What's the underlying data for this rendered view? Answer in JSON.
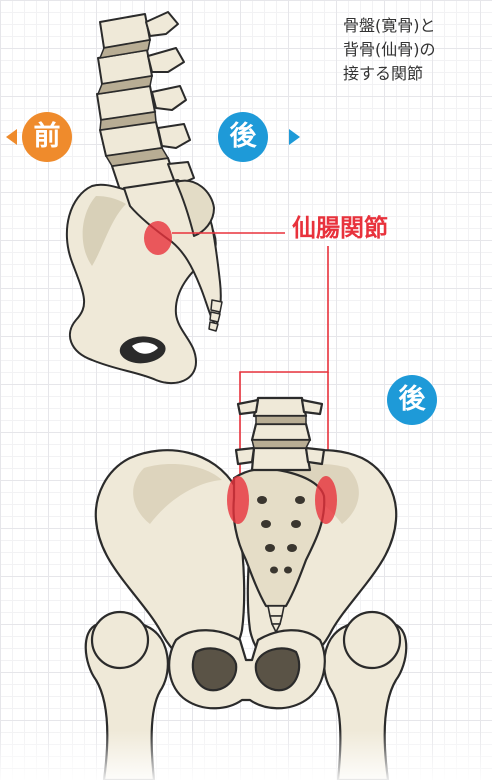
{
  "description": {
    "line1": "骨盤(寛骨)と",
    "line2": "背骨(仙骨)の",
    "line3": "接する関節"
  },
  "orientation": {
    "front": "前",
    "back": "後",
    "back_lower": "後"
  },
  "joint_label": "仙腸関節",
  "colors": {
    "front_badge": "#ef8b2c",
    "back_badge": "#1e9ad8",
    "highlight": "#e8323c",
    "bone_fill": "#efe9d8",
    "bone_outline": "#2b2b2b"
  },
  "icons": [
    "arrow-left-icon",
    "arrow-right-icon"
  ]
}
